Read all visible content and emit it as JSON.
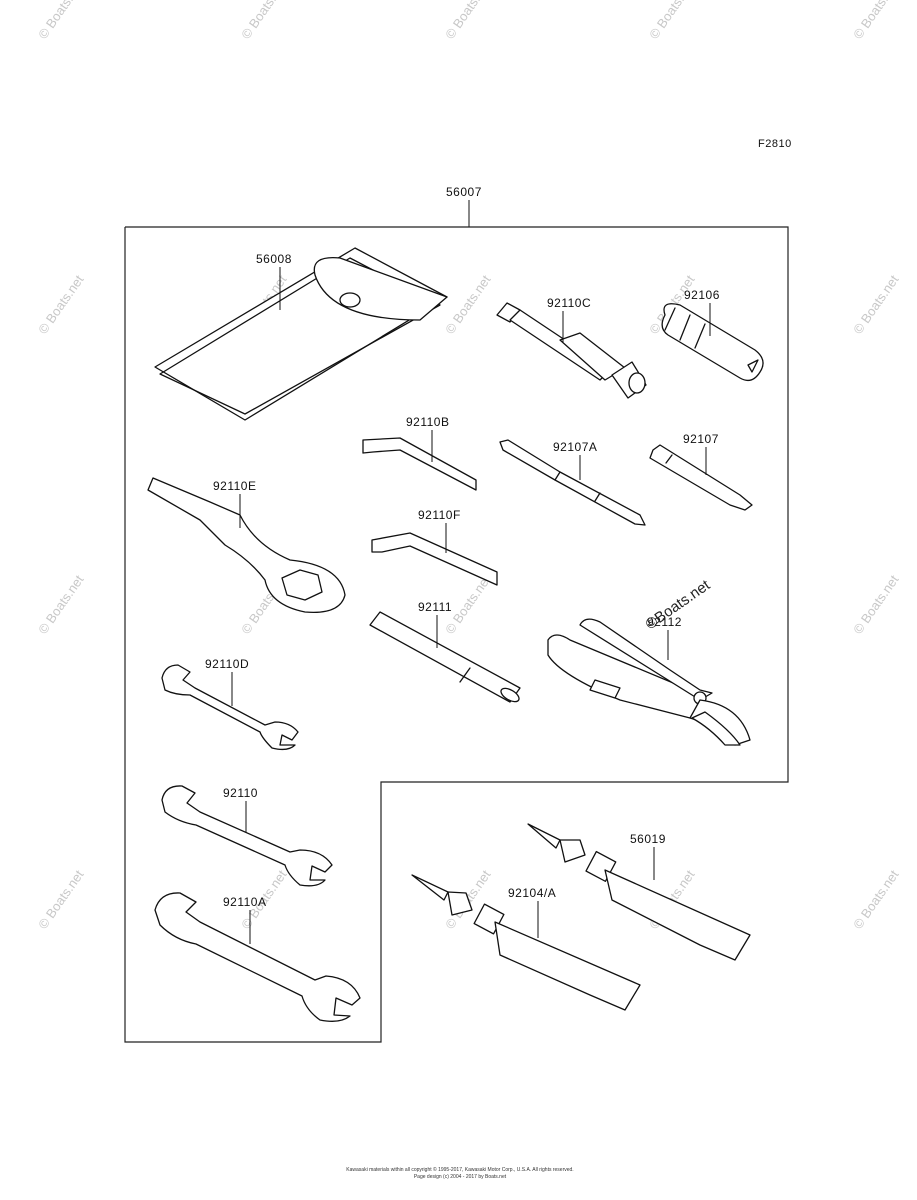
{
  "figure_code": "F2810",
  "assembly_part": "56007",
  "parts": [
    {
      "id": "56008"
    },
    {
      "id": "92110C"
    },
    {
      "id": "92106"
    },
    {
      "id": "92110B"
    },
    {
      "id": "92107A"
    },
    {
      "id": "92107"
    },
    {
      "id": "92110E"
    },
    {
      "id": "92110F"
    },
    {
      "id": "92111"
    },
    {
      "id": "92112"
    },
    {
      "id": "92110D"
    },
    {
      "id": "92110"
    },
    {
      "id": "92110A"
    },
    {
      "id": "56019"
    },
    {
      "id": "92104/A"
    }
  ],
  "watermark": "© Boats.net",
  "overlay_watermark": "©Boats.net",
  "copyright_line1": "Kawasaki materials within all copyright © 1995-2017, Kawasaki Motor Corp., U.S.A. All rights reserved.",
  "copyright_line2": "Page design (c) 2004 - 2017 by Boats.net"
}
